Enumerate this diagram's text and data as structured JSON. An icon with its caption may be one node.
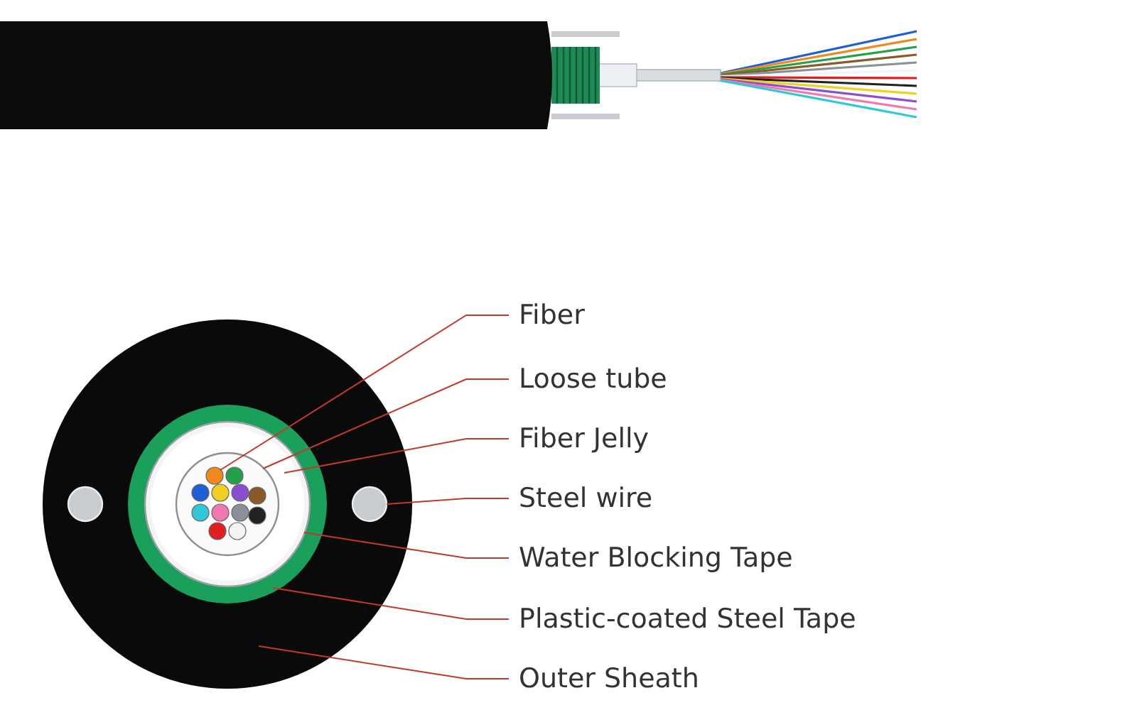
{
  "diagram": {
    "nodes": [
      {
        "text": [
          "Fiber"
        ]
      },
      {
        "text": [
          "Loose tube"
        ]
      },
      {
        "text": [
          "Fiber Jelly"
        ]
      },
      {
        "text": [
          "Steel wire"
        ]
      },
      {
        "text": [
          "Water Blocking Tape"
        ]
      },
      {
        "text": [
          "Plastic-coated Steel Tape"
        ]
      },
      {
        "text": [
          "Outer Sheath"
        ]
      },
      {
        "text": [],
        "shape": "circle",
        "in": 8
      },
      {
        "text": [],
        "shape": "circle",
        "in": 9
      },
      {
        "text": [],
        "shape": "circle",
        "in": 11
      },
      {
        "text": [],
        "shape": "circle",
        "in": 13
      },
      {
        "text": [],
        "shape": "circle",
        "in": 12
      },
      {
        "text": [],
        "shape": "circle",
        "in": 13
      },
      {
        "text": [],
        "shape": "circle"
      },
      {
        "text": [],
        "shape": "circle",
        "in": 13
      }
    ],
    "edges": [
      {
        "from": 0,
        "to": 7,
        "arrow": "none"
      },
      {
        "from": 1,
        "to": 8,
        "arrow": "none"
      },
      {
        "from": 2,
        "to": 9,
        "arrow": "none"
      },
      {
        "from": 3,
        "to": 14,
        "arrow": "none"
      },
      {
        "from": 4,
        "to": 11,
        "arrow": "none"
      },
      {
        "from": 5,
        "to": 12,
        "arrow": "none"
      },
      {
        "from": 6,
        "to": 13,
        "arrow": "none"
      }
    ]
  }
}
